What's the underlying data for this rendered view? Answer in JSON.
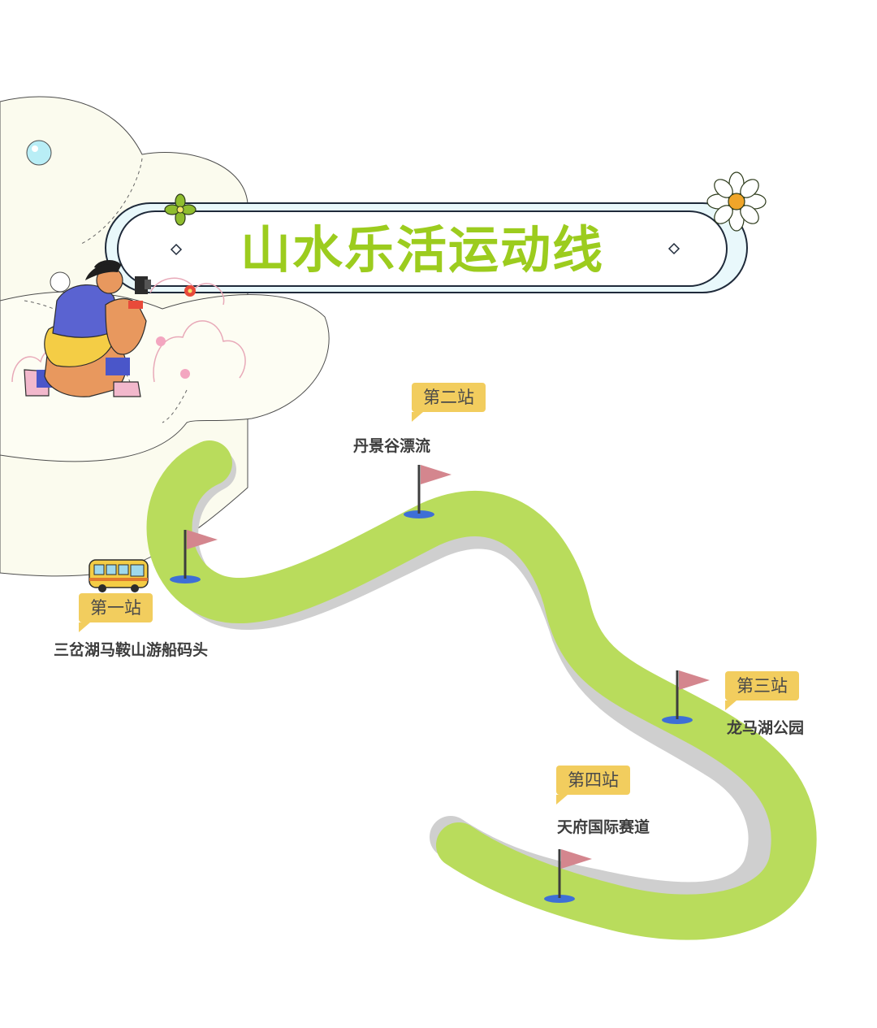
{
  "title": "山水乐活运动线",
  "colors": {
    "title": "#9ccc1e",
    "route": "#b9dc5c",
    "route_shadow": "#cfcfcf",
    "tag": "#f2cd5e",
    "flag": "#d4868e",
    "flag_base": "#3e6fd6"
  },
  "stations": [
    {
      "tag": "第一站",
      "name": "三岔湖马鞍山游船码头"
    },
    {
      "tag": "第二站",
      "name": "丹景谷漂流"
    },
    {
      "tag": "第三站",
      "name": "龙马湖公园"
    },
    {
      "tag": "第四站",
      "name": "天府国际赛道"
    }
  ],
  "icons": [
    "flower-icon",
    "daisy-icon",
    "bus-icon",
    "flag-icon",
    "photographer-illustration"
  ]
}
